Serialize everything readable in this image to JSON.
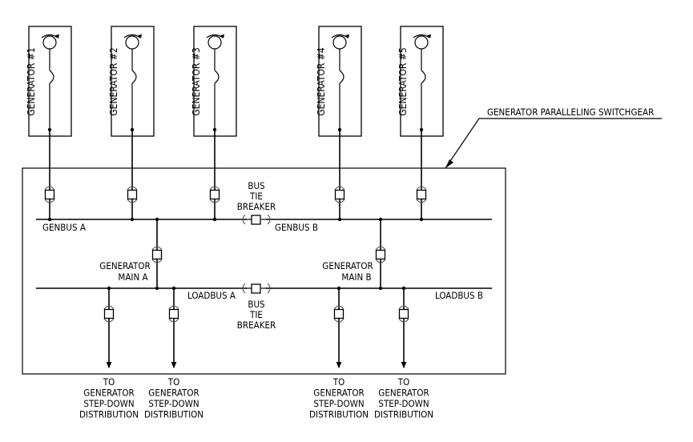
{
  "switchgear_label": "GENERATOR PARALLELING SWITCHGEAR",
  "generators": [
    {
      "label": "GENERATOR #1"
    },
    {
      "label": "GENERATOR #2"
    },
    {
      "label": "GENERATOR #3"
    },
    {
      "label": "GENERATOR #4"
    },
    {
      "label": "GENERATOR #5"
    }
  ],
  "buses": {
    "genbus_a": "GENBUS A",
    "genbus_b": "GENBUS B",
    "loadbus_a": "LOADBUS A",
    "loadbus_b": "LOADBUS B"
  },
  "tie_breaker_upper": [
    "BUS",
    "TIE",
    "BREAKER"
  ],
  "tie_breaker_lower": [
    "BUS",
    "TIE",
    "BREAKER"
  ],
  "main_a": [
    "GENERATOR",
    "MAIN A"
  ],
  "main_b": [
    "GENERATOR",
    "MAIN B"
  ],
  "outputs": [
    {
      "lines": [
        "TO",
        "GENERATOR",
        "STEP-DOWN",
        "DISTRIBUTION"
      ]
    },
    {
      "lines": [
        "TO",
        "GENERATOR",
        "STEP-DOWN",
        "DISTRIBUTION"
      ]
    },
    {
      "lines": [
        "TO",
        "GENERATOR",
        "STEP-DOWN",
        "DISTRIBUTION"
      ]
    },
    {
      "lines": [
        "TO",
        "GENERATOR",
        "STEP-DOWN",
        "DISTRIBUTION"
      ]
    }
  ]
}
